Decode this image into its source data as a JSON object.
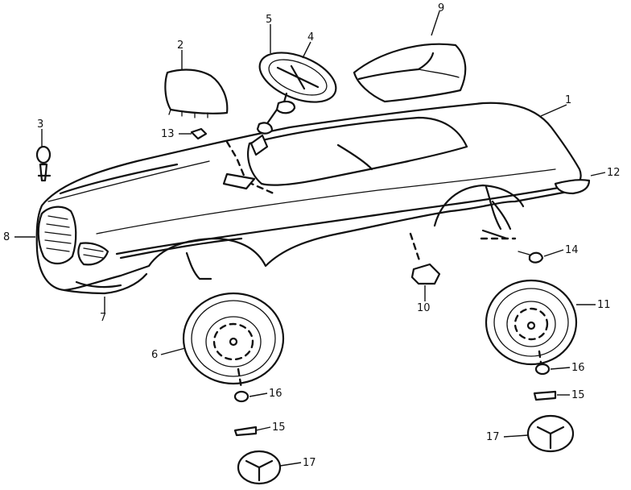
{
  "labels": {
    "p1": "1",
    "p2": "2",
    "p3": "3",
    "p4": "4",
    "p5": "5",
    "p6": "6",
    "p7": "7",
    "p8": "8",
    "p9": "9",
    "p10": "10",
    "p11": "11",
    "p12": "12",
    "p13": "13",
    "p14": "14",
    "p15a": "15",
    "p15b": "15",
    "p16a": "16",
    "p16b": "16",
    "p17a": "17",
    "p17b": "17"
  }
}
